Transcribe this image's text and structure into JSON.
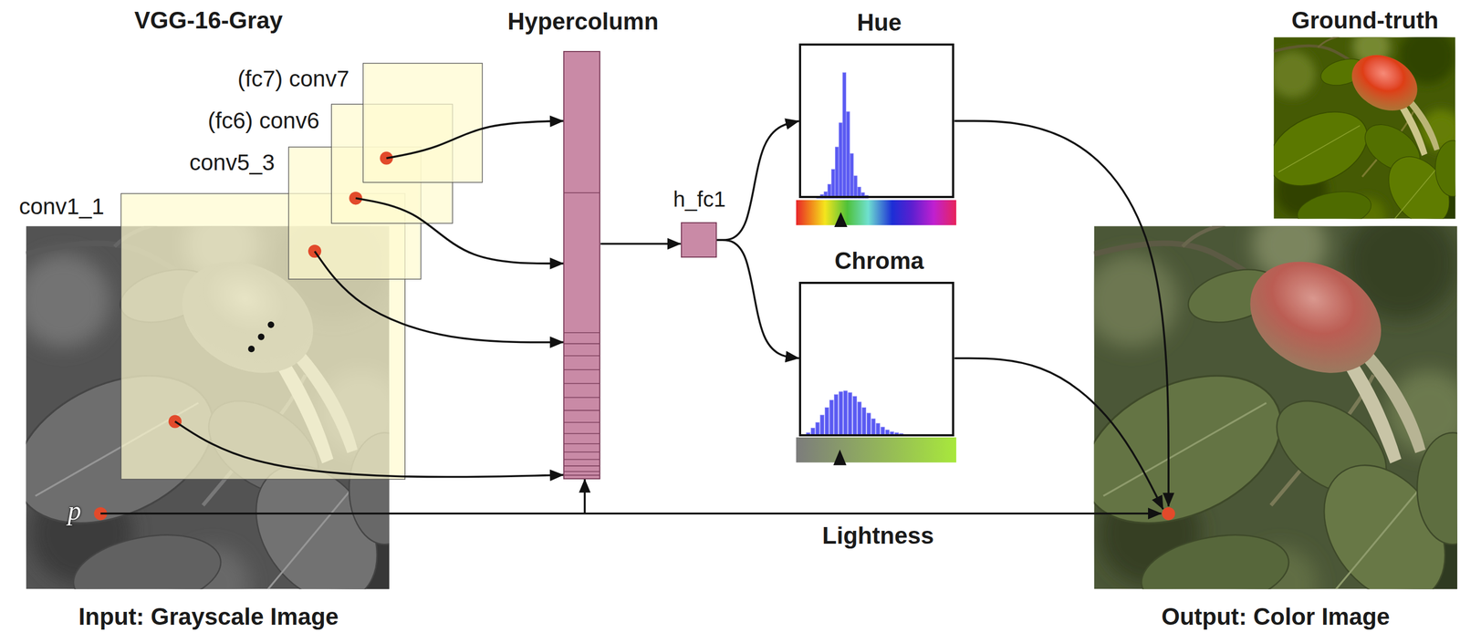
{
  "diagram": {
    "nodes": [
      {
        "text": [
          "(fc7) conv7"
        ]
      },
      {
        "text": [
          "(fc6) conv6"
        ]
      },
      {
        "text": [
          "conv5_3"
        ]
      },
      {
        "text": [
          "conv1_1"
        ]
      },
      {
        "text": [
          "Input: Grayscale Image"
        ]
      },
      {
        "text": [
          "Hypercolumn"
        ]
      },
      {
        "text": [
          "h_fc1"
        ]
      },
      {
        "text": [
          "Hue"
        ]
      },
      {
        "text": [
          "Chroma"
        ]
      },
      {
        "text": [
          "Ground-truth"
        ]
      },
      {
        "text": [
          "Output: Color Image"
        ]
      }
    ],
    "edges": [
      {
        "from": 0,
        "to": 5,
        "arrow": "to"
      },
      {
        "from": 1,
        "to": 5,
        "arrow": "to"
      },
      {
        "from": 2,
        "to": 5,
        "arrow": "to"
      },
      {
        "from": 3,
        "to": 5,
        "arrow": "to"
      },
      {
        "from": 5,
        "to": 6,
        "arrow": "to"
      },
      {
        "from": 6,
        "to": 7,
        "arrow": "to"
      },
      {
        "from": 6,
        "to": 8,
        "arrow": "to"
      },
      {
        "from": 7,
        "to": 10,
        "arrow": "to"
      },
      {
        "from": 8,
        "to": 10,
        "arrow": "to"
      },
      {
        "from": 4,
        "to": 10,
        "label": "Lightness",
        "arrow": "to"
      },
      {
        "from": 4,
        "to": 5,
        "arrow": "to"
      }
    ],
    "labels": [
      "VGG-16-Gray",
      "p"
    ]
  }
}
